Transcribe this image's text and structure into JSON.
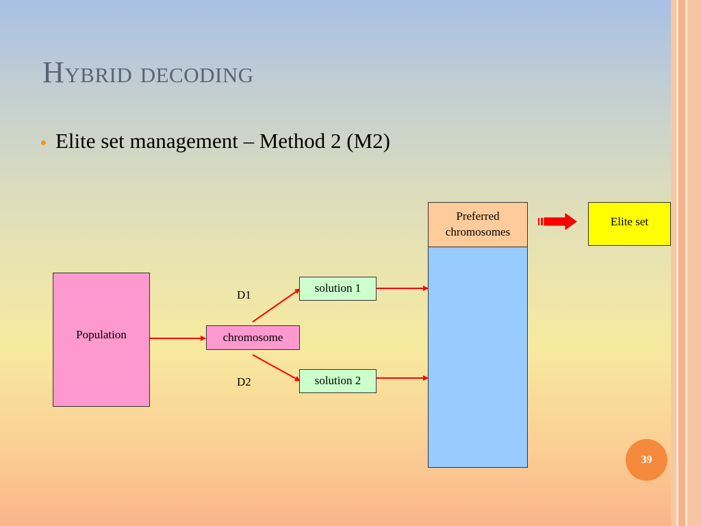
{
  "slide": {
    "title": "Hybrid decoding",
    "bullet": "Elite set management – Method 2 (M2)",
    "page_number": "39"
  },
  "diagram": {
    "population": "Population",
    "chromosome": "chromosome",
    "d1": "D1",
    "d2": "D2",
    "solution_1": "solution 1",
    "solution_2": "solution 2",
    "preferred_line1": "Preferred",
    "preferred_line2": "chromosomes",
    "elite_set": "Elite set"
  },
  "colors": {
    "population_fill": "#fd99cf",
    "chromosome_fill": "#fd99cf",
    "solution_fill": "#ccffcc",
    "preferred_fill": "#fdcc9a",
    "pool_fill": "#99ccfe",
    "elite_fill": "#fefe00",
    "arrow": "#ff0000",
    "bullet": "#f0932e",
    "badge": "#f58a3c"
  },
  "icons": {
    "bullet": "bullet-dot-icon",
    "block_arrow": "block-arrow-right-icon",
    "badge": "page-number-circle"
  }
}
